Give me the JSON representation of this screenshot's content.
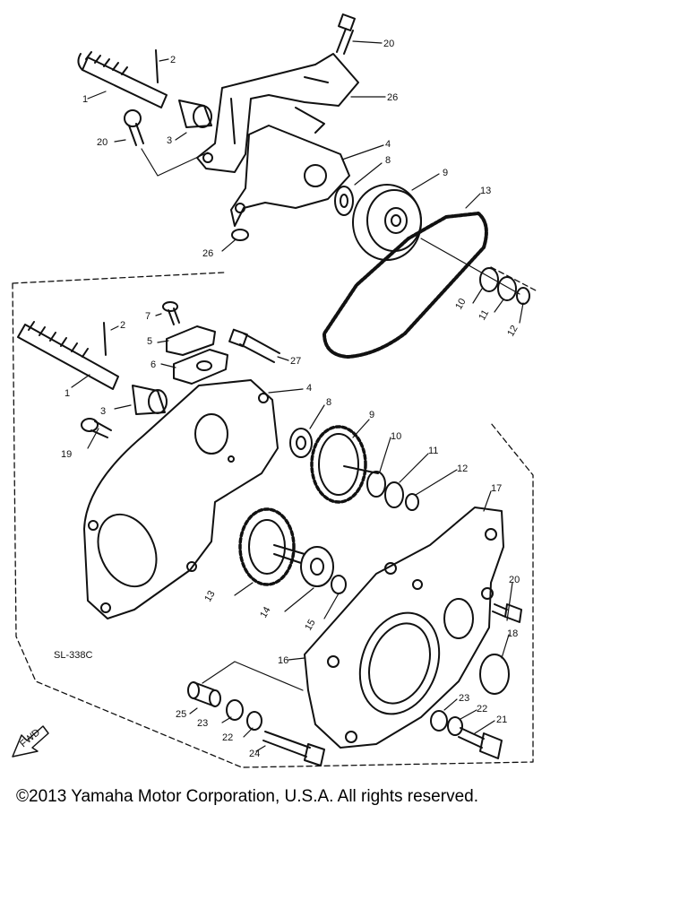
{
  "diagram": {
    "code": "SL-338C",
    "fwd_label": "FWD",
    "labels": {
      "u1": "1",
      "u2": "2",
      "u3": "3",
      "u20a": "20",
      "u20b": "20",
      "u26a": "26",
      "u26b": "26",
      "u4": "4",
      "u8": "8",
      "u9": "9",
      "u13": "13",
      "u10": "10",
      "u11": "11",
      "u12": "12",
      "l7": "7",
      "l2": "2",
      "l5": "5",
      "l6": "6",
      "l27": "27",
      "l1": "1",
      "l3": "3",
      "l4": "4",
      "l19": "19",
      "l8": "8",
      "l9": "9",
      "l10": "10",
      "l11": "11",
      "l12": "12",
      "l17": "17",
      "l13": "13",
      "l14": "14",
      "l15": "15",
      "l20": "20",
      "l18": "18",
      "l16": "16",
      "l23a": "23",
      "l22a": "22",
      "l21": "21",
      "l25": "25",
      "l23b": "23",
      "l22b": "22",
      "l24": "24"
    }
  },
  "copyright": "©2013 Yamaha Motor Corporation, U.S.A. All rights reserved."
}
